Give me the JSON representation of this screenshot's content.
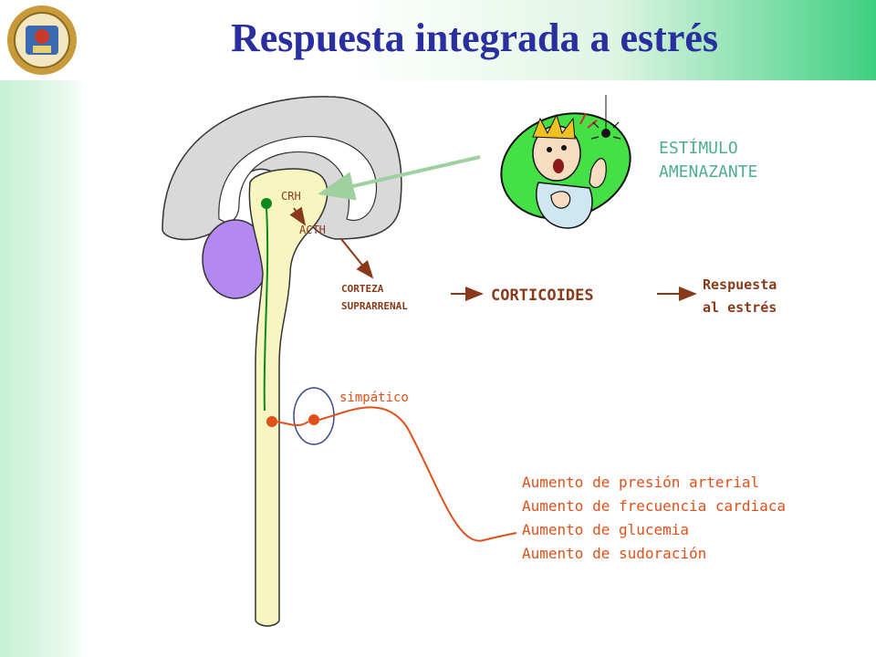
{
  "header": {
    "title": "Respuesta integrada a estrés"
  },
  "logo": {
    "icon": "university-seal-icon",
    "color": "#b8862b"
  },
  "stimulus": {
    "label": "ESTÍMULO",
    "label2": "AMENAZANTE",
    "icon": "frightened-person-spider-icon"
  },
  "hormones": {
    "crh": "CRH",
    "acth": "ACTH"
  },
  "adrenal": {
    "line1": "CORTEZA",
    "line2": "SUPRARRENAL"
  },
  "corticoids": "CORTICOIDES",
  "response": {
    "line1": "Respuesta",
    "line2": "al estrés"
  },
  "sympathetic": "simpático",
  "effects": [
    "Aumento de presión arterial",
    "Aumento de frecuencia cardiaca",
    "Aumento de glucemia",
    "Aumento de sudoración"
  ],
  "colors": {
    "title": "#2a2f9f",
    "hormone_text": "#8a3a1a",
    "sympathetic": "#e0501a",
    "stimulus_text": "#4fae8f",
    "arrow_stimulus": "#9fd09f",
    "brain": "#d9d9d9",
    "brainstem": "#f8f6c0",
    "pituitary": "#b388f0",
    "neuron": "#0a8a1a"
  }
}
